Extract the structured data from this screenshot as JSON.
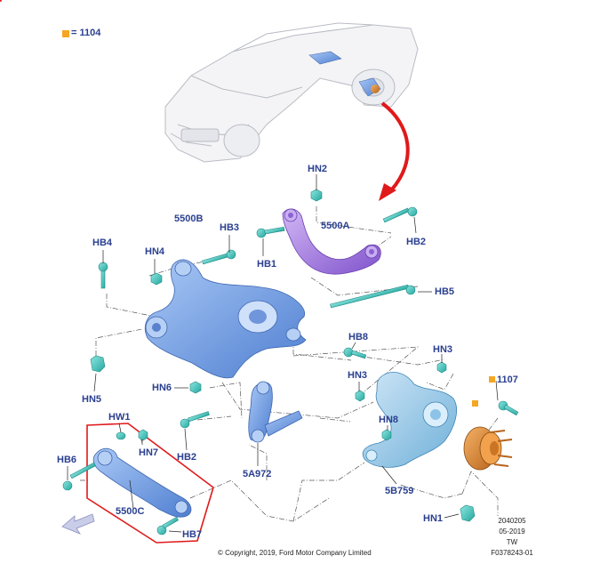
{
  "legend": {
    "marker_color": "#f5a623",
    "text": "= 1104"
  },
  "labels": {
    "hn2": "HN2",
    "b5500b": "5500B",
    "hb3": "HB3",
    "b5500a": "5500A",
    "hb2": "HB2",
    "hb4": "HB4",
    "hn4": "HN4",
    "hb1": "HB1",
    "hb5": "HB5",
    "hb8": "HB8",
    "hn3a": "HN3",
    "hn3b": "HN3",
    "hn5": "HN5",
    "hn6": "HN6",
    "c1107": "1107",
    "hw1": "HW1",
    "hn7": "HN7",
    "hn8": "HN8",
    "hb6": "HB6",
    "hb2b": "HB2",
    "a5a972": "5A972",
    "b5b759": "5B759",
    "c5500c": "5500C",
    "hb7": "HB7",
    "hn1": "HN1"
  },
  "footer": {
    "copyright": "© Copyright, 2019, Ford Motor Company Limited",
    "code1": "2040205",
    "date": "05-2019",
    "region": "TW",
    "figure_id": "F0378243-01"
  },
  "colors": {
    "label_blue": "#2a3f8f",
    "part_blue": "#7fa7e8",
    "part_purple": "#a27ae0",
    "fastener_teal": "#3fc6c0",
    "hub_orange": "#e08b2a",
    "arrow_red": "#e0191b",
    "highlight_box": "#e0191b"
  }
}
